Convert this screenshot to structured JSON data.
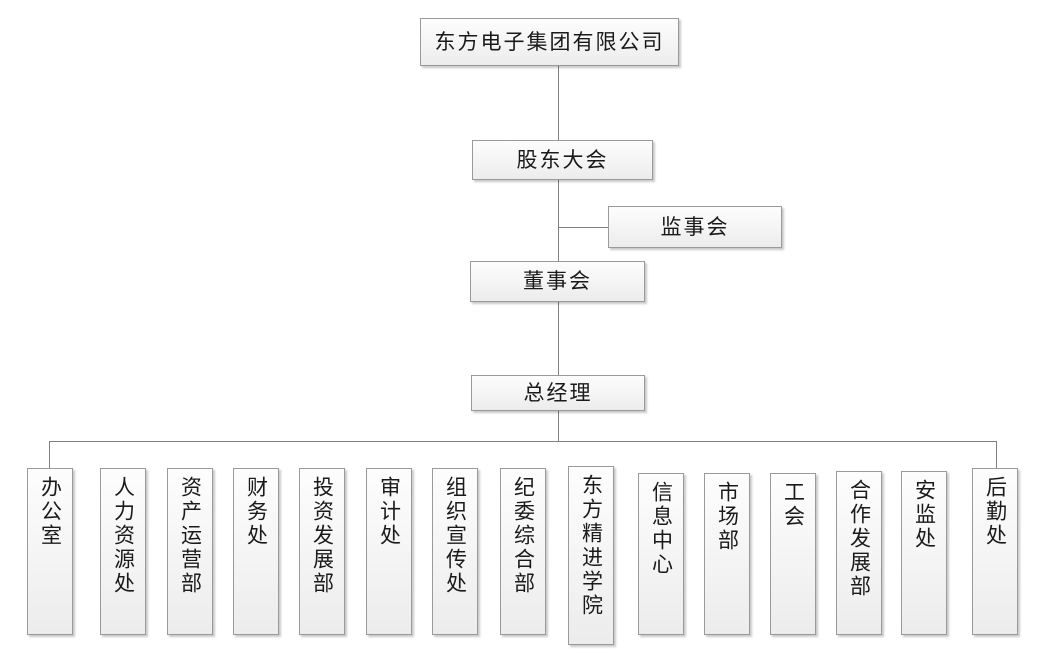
{
  "diagram": {
    "type": "org-chart",
    "title_node": {
      "label": "东方电子集团有限公司"
    },
    "levels": [
      {
        "name": "company",
        "nodes": [
          {
            "label": "东方电子集团有限公司"
          }
        ]
      },
      {
        "name": "governance",
        "nodes": [
          {
            "label": "股东大会"
          },
          {
            "label": "监事会"
          },
          {
            "label": "董事会"
          }
        ]
      },
      {
        "name": "management",
        "nodes": [
          {
            "label": "总经理"
          }
        ]
      }
    ],
    "departments": [
      {
        "label": "办公室"
      },
      {
        "label": "人力资源处"
      },
      {
        "label": "资产运营部"
      },
      {
        "label": "财务处"
      },
      {
        "label": "投资发展部"
      },
      {
        "label": "审计处"
      },
      {
        "label": "组织宣传处"
      },
      {
        "label": "纪委综合部"
      },
      {
        "label": "东方精进学院"
      },
      {
        "label": "信息中心"
      },
      {
        "label": "市场部"
      },
      {
        "label": "工会"
      },
      {
        "label": "合作发展部"
      },
      {
        "label": "安监处"
      },
      {
        "label": "后勤处"
      }
    ],
    "colors": {
      "background": "#ffffff",
      "box_fill": "#f4f4f4",
      "box_border": "#9a9a9a",
      "connector": "#808080",
      "text": "#1a1a1a"
    }
  }
}
